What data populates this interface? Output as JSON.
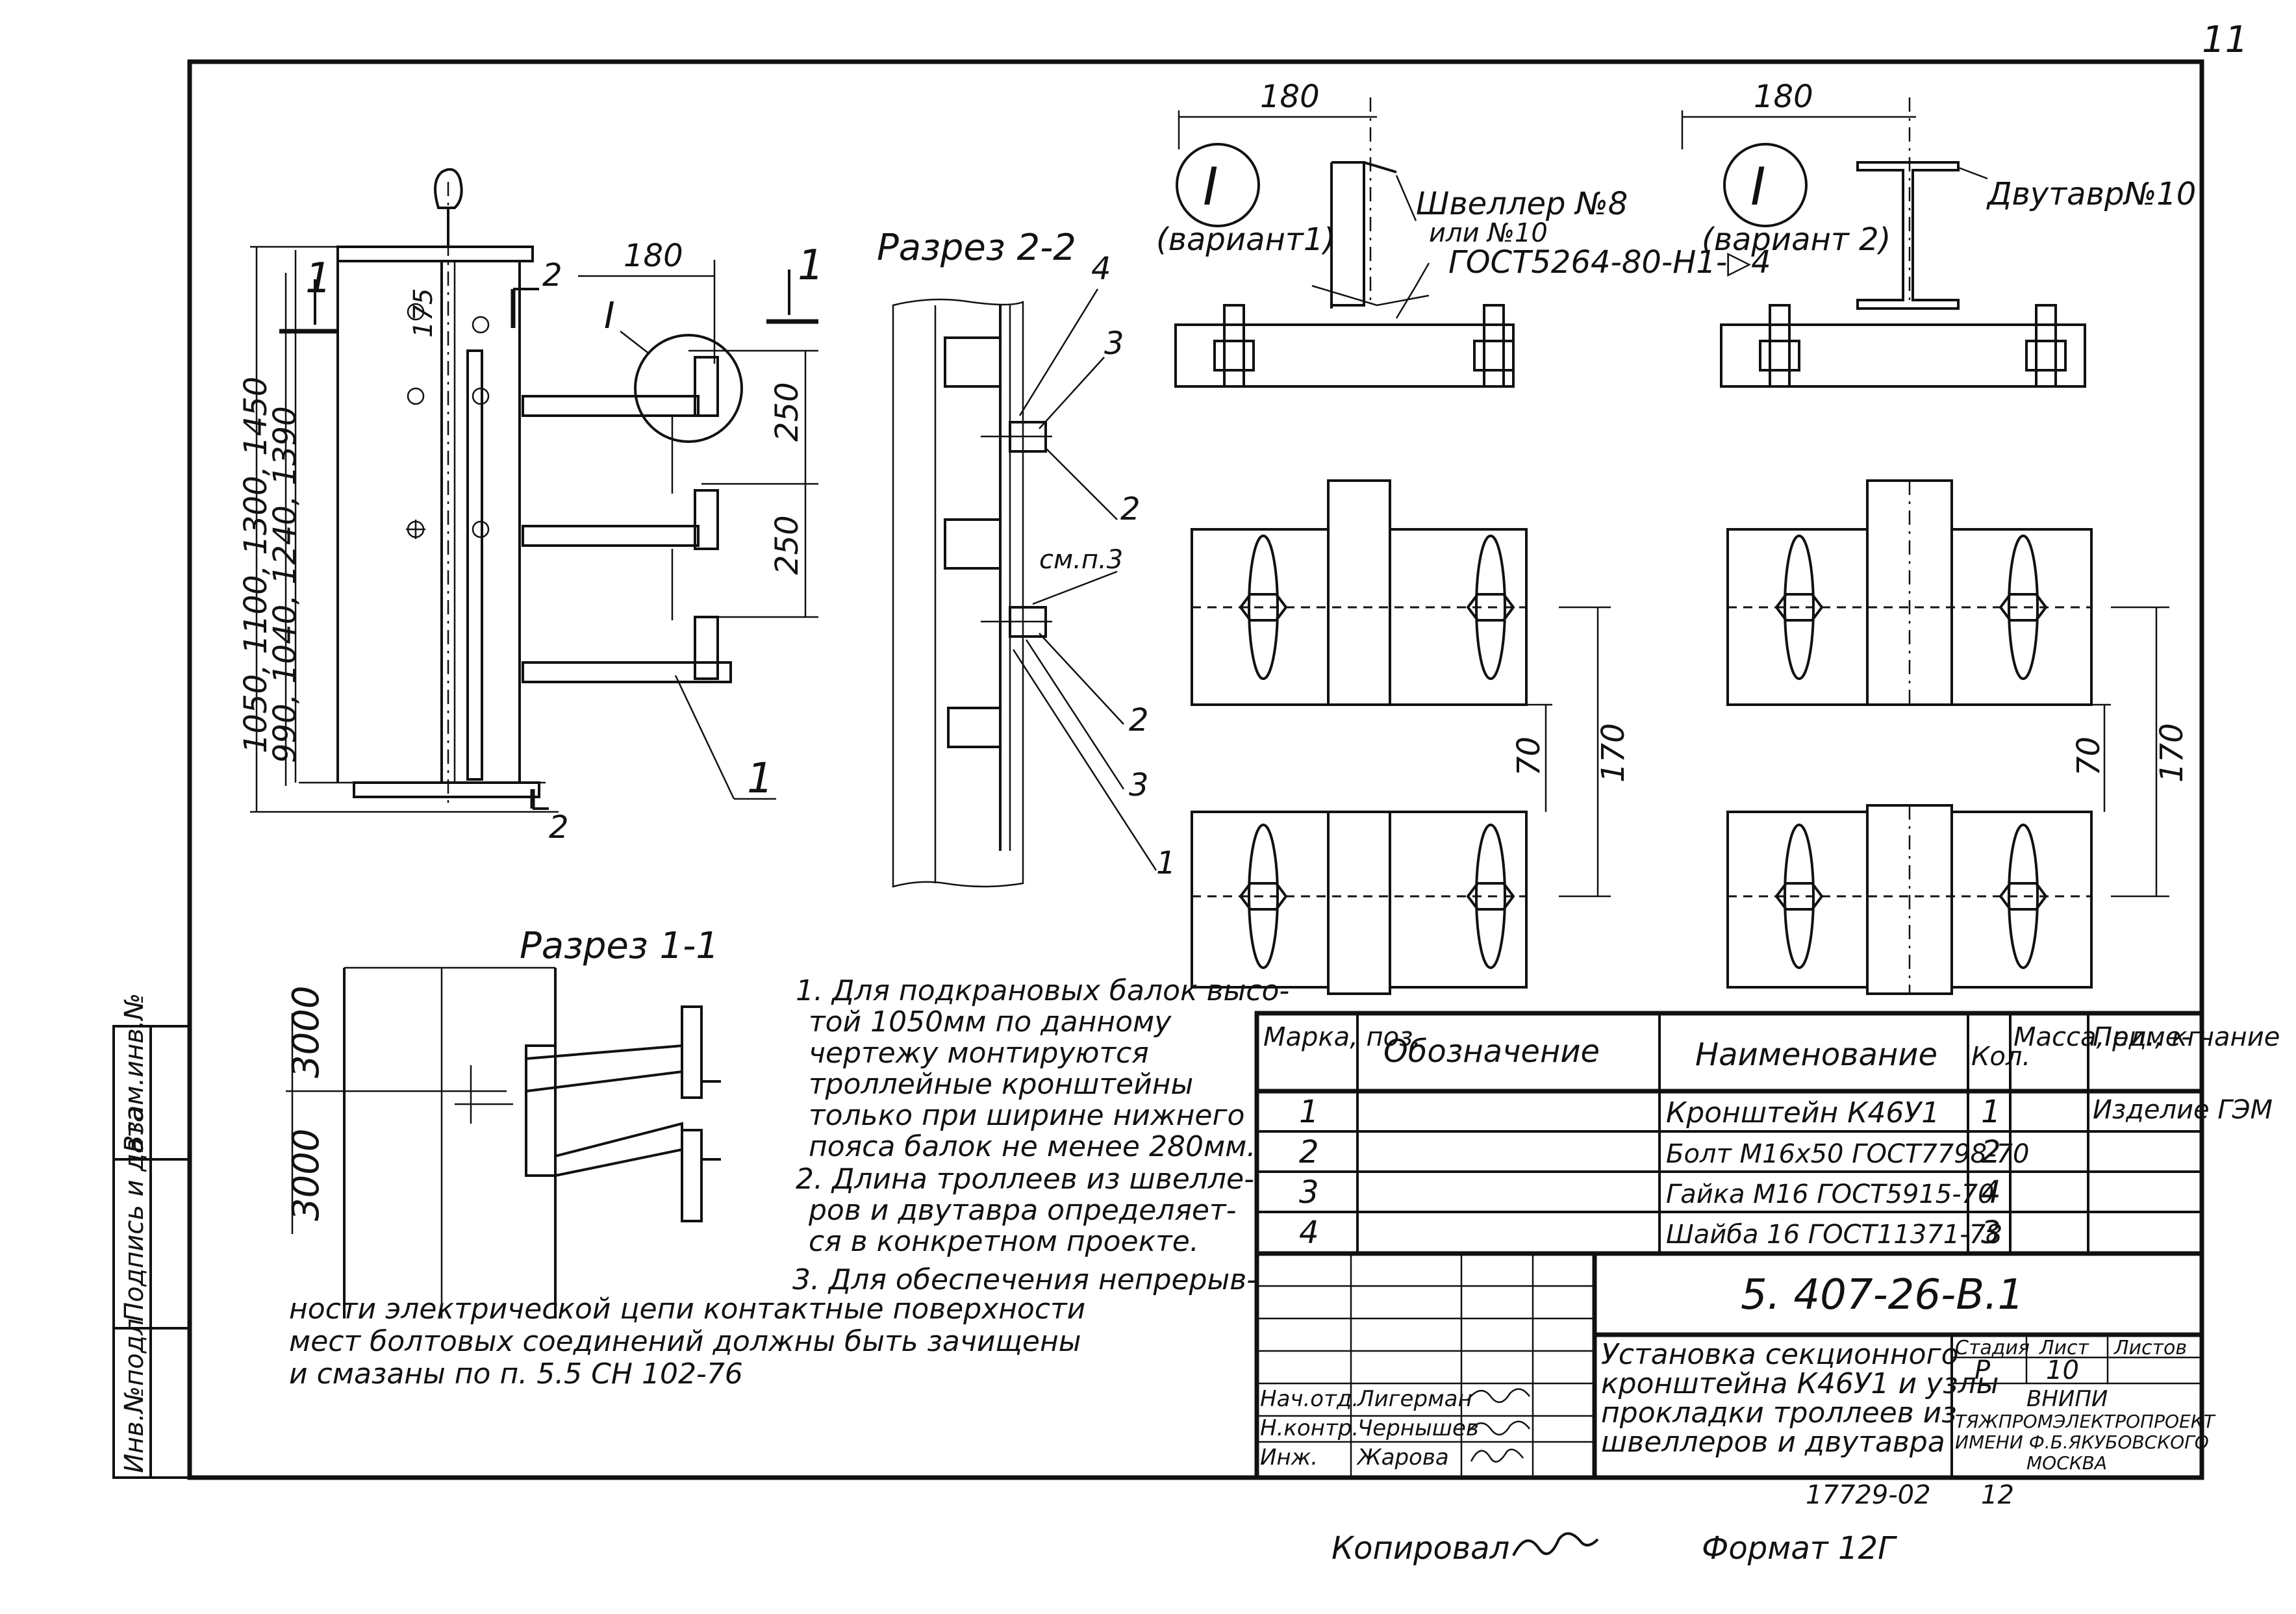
{
  "page_number": "11",
  "stamps": {
    "inv_no": "Инв.№подл",
    "signature_date": "Подпись и дата",
    "replace_inv": "Взам.инв.№"
  },
  "main_view": {
    "dimension_180": "180",
    "dimension_250_a": "250",
    "dimension_250_b": "250",
    "dimension_175": "175",
    "heights_outer": "1050, 1100, 1300, 1450",
    "heights_inner": "990, 1040, 1240, 1390",
    "section_mark_1": "1",
    "section_mark_2": "2",
    "detail_mark": "I",
    "callout_1": "1"
  },
  "section_2_2": {
    "title": "Разрез 2-2",
    "callouts": [
      "4",
      "3",
      "2",
      "2",
      "3",
      "1"
    ],
    "note_ref": "см.п.3"
  },
  "section_1_1": {
    "title": "Разрез 1-1",
    "dim_top": "3000",
    "dim_bottom": "3000"
  },
  "variant_1": {
    "mark": "I",
    "label": "(вариант1)",
    "dimension_180": "180",
    "profile_line1": "Швеллер №8",
    "profile_line2": "или №10",
    "weld": "ГОСТ5264-80-Н1-▷4",
    "dim_70": "70",
    "dim_170": "170"
  },
  "variant_2": {
    "mark": "I",
    "label": "(вариант 2)",
    "dimension_180": "180",
    "profile": "Двутавр№10",
    "dim_70": "70",
    "dim_170": "170"
  },
  "notes": [
    [
      "1. Для подкрановых балок высо-",
      "той 1050мм по данному",
      "чертежу монтируются",
      "троллейные кронштейны",
      "только при ширине нижнего",
      "пояса балок не менее 280мм."
    ],
    [
      "2. Длина троллеев из швелле-",
      "ров и двутавра определяет-",
      "ся в конкретном проекте."
    ],
    [
      "3. Для обеспечения непрерыв-",
      "ности электрической цепи контактные поверхности",
      "мест болтовых соединений должны быть зачищены",
      "и смазаны по п. 5.5 СН 102-76"
    ]
  ],
  "spec_table": {
    "headers": [
      "Марка, поз.",
      "Обозначение",
      "Наименование",
      "Кол.",
      "Масса, ед., кг",
      "Приме- чание"
    ],
    "rows": [
      {
        "pos": "1",
        "designation": "",
        "name": "Кронштейн К46У1",
        "qty": "1",
        "mass": "",
        "note": "Изделие ГЭМ"
      },
      {
        "pos": "2",
        "designation": "",
        "name": "Болт М16х50 ГОСТ7798-70",
        "qty": "2",
        "mass": "",
        "note": ""
      },
      {
        "pos": "3",
        "designation": "",
        "name": "Гайка М16 ГОСТ5915-70",
        "qty": "4",
        "mass": "",
        "note": ""
      },
      {
        "pos": "4",
        "designation": "",
        "name": "Шайба 16 ГОСТ11371-78",
        "qty": "3",
        "mass": "",
        "note": ""
      }
    ]
  },
  "title_block": {
    "doc_code": "5. 407-26-В.1",
    "title_lines": [
      "Установка секционного",
      "кронштейна К46У1 и узлы",
      "прокладки троллеев из",
      "швеллеров и двутавра"
    ],
    "stage_label": "Стадия",
    "sheet_label": "Лист",
    "sheets_label": "Листов",
    "stage": "Р",
    "sheet": "10",
    "org_lines": [
      "ВНИПИ",
      "ТЯЖПРОМЭЛЕКТРОПРОЕКТ",
      "ИМЕНИ Ф.Б.ЯКУБОВСКОГО",
      "МОСКВА"
    ],
    "signers": [
      {
        "role": "Нач.отд.",
        "name": "Лигерман"
      },
      {
        "role": "Н.контр.",
        "name": "Чернышев"
      },
      {
        "role": "Инж.",
        "name": "Жарова"
      }
    ]
  },
  "footer": {
    "order_no": "17729-02",
    "page": "12",
    "copied": "Копировал",
    "format": "Формат 12Г"
  }
}
